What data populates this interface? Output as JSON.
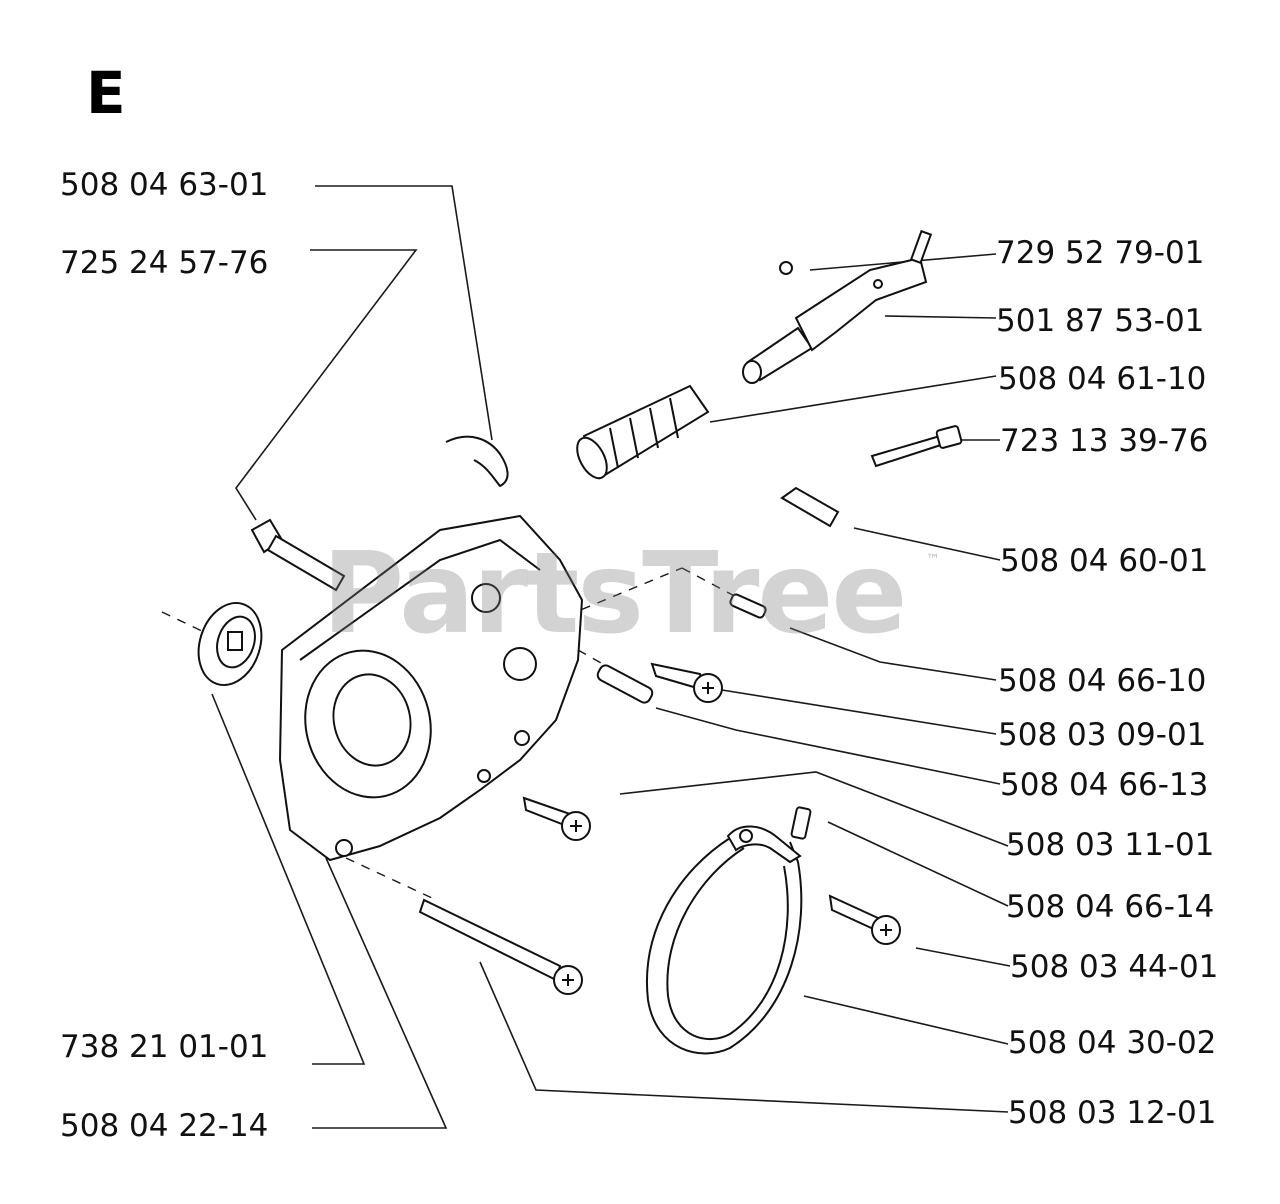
{
  "diagram": {
    "section_letter": "E",
    "watermark": "PartsTree",
    "watermark_mark": "™",
    "part_numbers": {
      "p1": "508 04 63-01",
      "p2": "725 24 57-76",
      "p3": "729 52 79-01",
      "p4": "501 87 53-01",
      "p5": "508 04 61-10",
      "p6": "723 13 39-76",
      "p7": "508 04 60-01",
      "p8": "508 04 66-10",
      "p9": "508 03 09-01",
      "p10": "508 04 66-13",
      "p11": "508 03 11-01",
      "p12": "508 04 66-14",
      "p13": "508 03 44-01",
      "p14": "508 04 30-02",
      "p15": "508 03 12-01",
      "p16": "738 21 01-01",
      "p17": "508 04 22-14"
    }
  }
}
